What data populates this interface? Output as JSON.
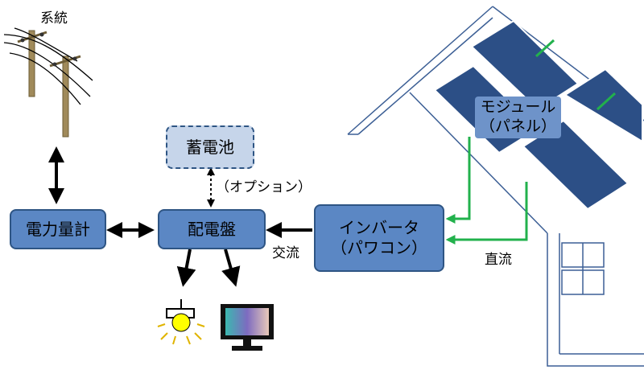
{
  "labels": {
    "grid": "系統",
    "option": "（オプション）",
    "ac": "交流",
    "dc": "直流"
  },
  "boxes": {
    "meter": "電力量計",
    "panelboard": "配電盤",
    "battery": "蓄電池",
    "inverter_line1": "インバータ",
    "inverter_line2": "（パワコン）",
    "module_line1": "モジュール",
    "module_line2": "（パネル）"
  },
  "colors": {
    "box_fill": "#5b87c4",
    "box_border": "#2e5584",
    "battery_fill": "#c6d5ea",
    "panel_fill": "#2c4f86",
    "house_line": "#3c5f95",
    "dc_wire": "#22b14c",
    "arrow": "#000000"
  },
  "icons": [
    "utility-pole-icon",
    "ceiling-lamp-icon",
    "tv-monitor-icon"
  ]
}
